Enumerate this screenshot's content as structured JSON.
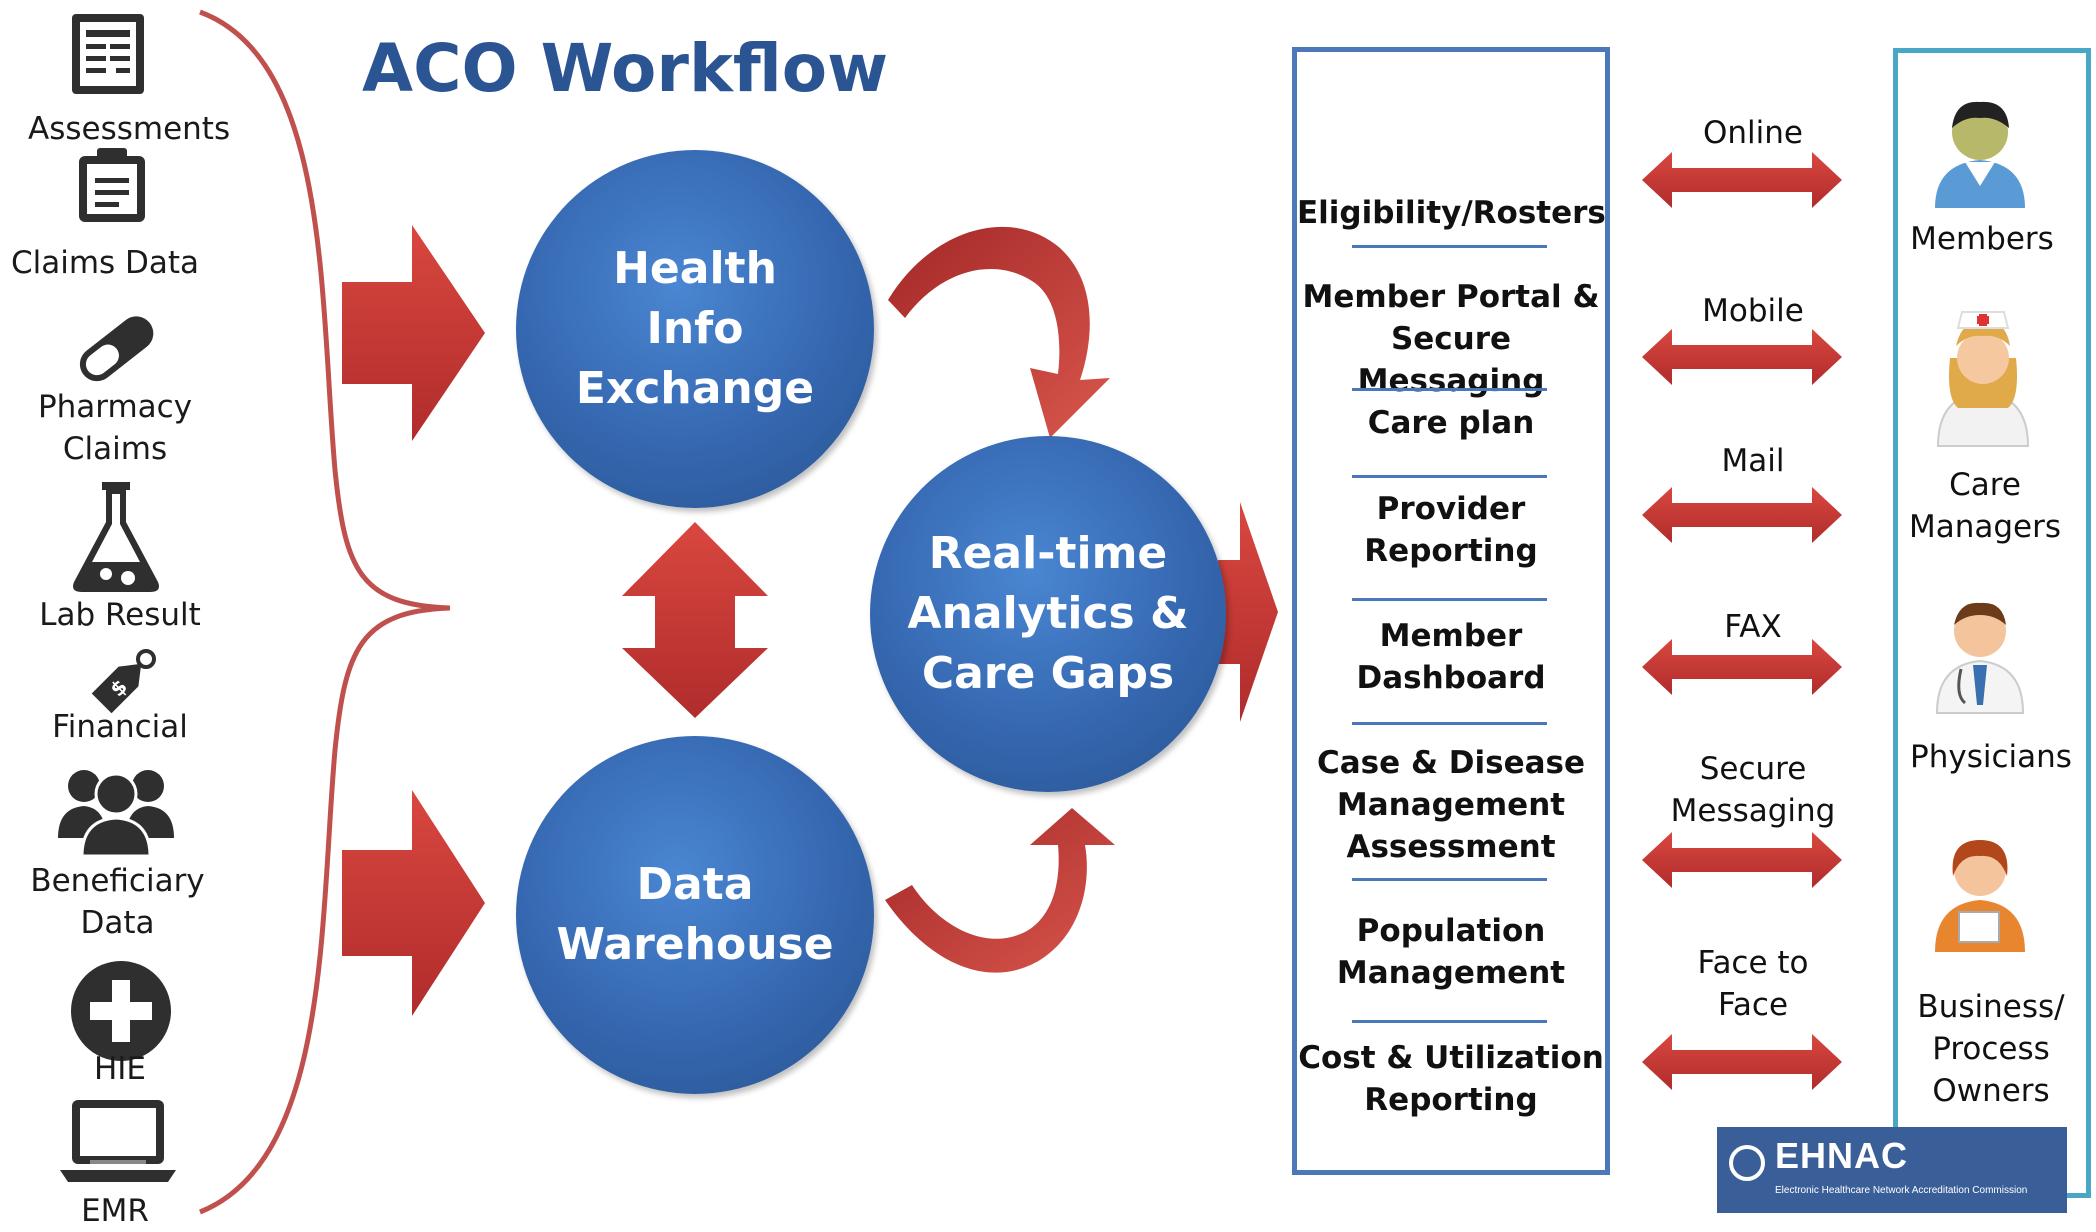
{
  "title": "ACO Workflow",
  "sources": [
    {
      "label": "Assessments",
      "icon": "assessment-form-icon"
    },
    {
      "label": "Claims Data",
      "icon": "clipboard-icon"
    },
    {
      "label": "Pharmacy\nClaims",
      "icon": "pill-capsule-icon"
    },
    {
      "label": "Lab Result",
      "icon": "lab-flask-icon"
    },
    {
      "label": "Financial",
      "icon": "price-tag-icon"
    },
    {
      "label": "Beneficiary\nData",
      "icon": "group-people-icon"
    },
    {
      "label": "HIE",
      "icon": "plus-cross-icon"
    },
    {
      "label": "EMR",
      "icon": "laptop-icon"
    }
  ],
  "hubs": {
    "hie": "Health\nInfo\nExchange",
    "warehouse": "Data\nWarehouse",
    "analytics": "Real-time\nAnalytics &\nCare Gaps"
  },
  "functions": [
    "Eligibility/Rosters",
    "Member Portal &\nSecure Messaging",
    "Care plan",
    "Provider\nReporting",
    "Member\nDashboard",
    "Case & Disease\nManagement\nAssessment",
    "Population\nManagement",
    "Cost & Utilization\nReporting"
  ],
  "channels": [
    "Online",
    "Mobile",
    "Mail",
    "FAX",
    "Secure\nMessaging",
    "Face to\nFace"
  ],
  "users": [
    {
      "label": "Members",
      "icon": "member-person-icon"
    },
    {
      "label": "Care\nManagers",
      "icon": "nurse-icon"
    },
    {
      "label": "Physicians",
      "icon": "physician-icon"
    },
    {
      "label": "Business/\nProcess\nOwners",
      "icon": "business-owner-icon"
    }
  ],
  "badge": {
    "name": "EHNAC",
    "tagline": "Electronic Healthcare Network Accreditation Commission"
  },
  "colors": {
    "title": "#2b5592",
    "arrow_red": "#c83c3c",
    "hub_blue": "#3567b0",
    "function_border": "#4a78b8",
    "user_border": "#47a7c4"
  }
}
